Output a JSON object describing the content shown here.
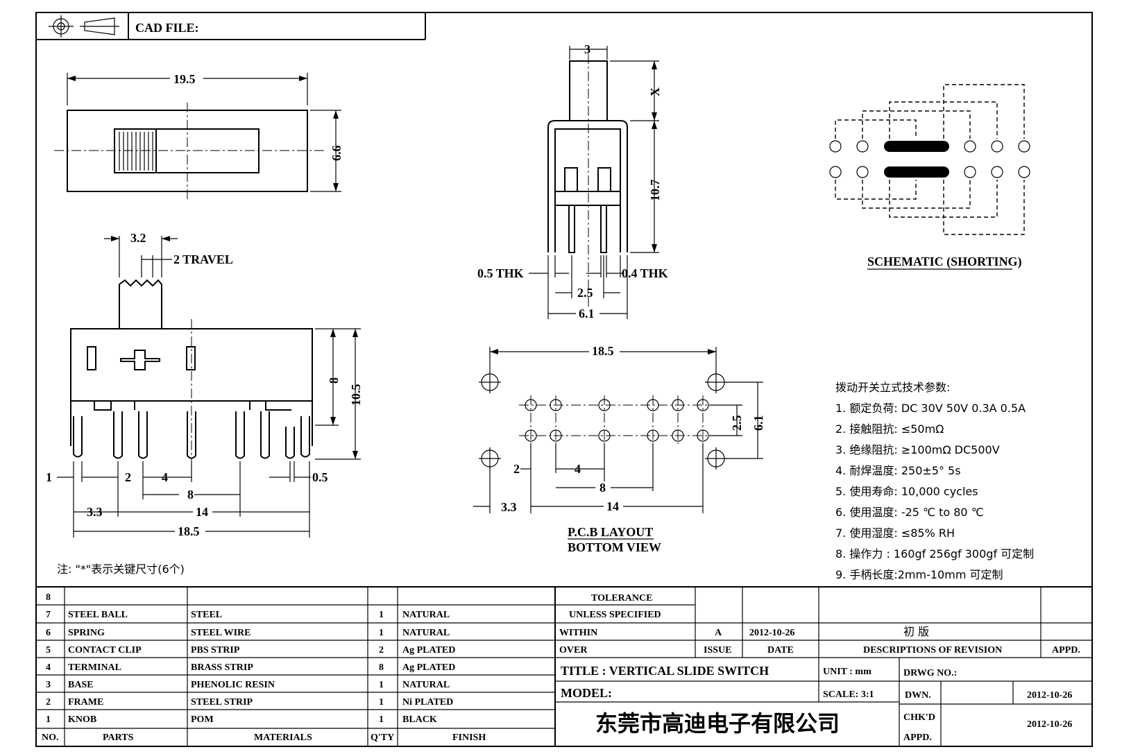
{
  "header": {
    "cad_file_label": "CAD FILE:"
  },
  "top_view": {
    "width_dim": "19.5",
    "height_dim": "6.6"
  },
  "front_view": {
    "knob_width_dim": "3.2",
    "travel_dim": "2 TRAVEL",
    "height_8": "8",
    "height_10_5": "10.5",
    "dim_1": "1",
    "dim_2": "2",
    "dim_4": "4",
    "dim_0_5": "0.5",
    "dim_8": "8",
    "dim_3_3": "3.3",
    "dim_14": "14",
    "dim_18_5": "18.5"
  },
  "side_view": {
    "knob_width": "3",
    "x_dim": "X",
    "height_dim": "10.7",
    "left_thk": "0.5 THK",
    "right_thk": "0.4 THK",
    "pin_spacing": "2.5",
    "overall": "6.1"
  },
  "schematic": {
    "caption": "SCHEMATIC (SHORTING)"
  },
  "pcb": {
    "width_dim": "18.5",
    "row_dim": "2.5",
    "height_dim": "6.1",
    "dim_2": "2",
    "dim_4": "4",
    "dim_8": "8",
    "dim_3_3": "3.3",
    "dim_14": "14",
    "caption_1": "P.C.B LAYOUT",
    "caption_2": "BOTTOM VIEW"
  },
  "specs": {
    "title": "拨动开关立式技术参数:",
    "items": [
      "1.  额定负荷: DC 30V    50V    0.3A    0.5A",
      "2.  接触阻抗:  ≤50mΩ",
      "3.  绝缘阻抗:  ≥100mΩ   DC500V",
      "4.  耐焊温度: 250±5°  5s",
      "5.  使用寿命: 10,000 cycles",
      "6.  使用温度: -25  ℃   to 80  ℃",
      "7.  使用湿度:  ≤85% RH",
      "8.  操作力 : 160gf    256gf    300gf  可定制",
      "9.  手柄长度:2mm-10mm   可定制"
    ]
  },
  "note": "注: \"*\"表示关键尺寸(6个)",
  "bom": {
    "header": [
      "NO.",
      "PARTS",
      "MATERIALS",
      "Q'TY",
      "FINISH"
    ],
    "rows": [
      [
        "8",
        "",
        "",
        "",
        ""
      ],
      [
        "7",
        "STEEL BALL",
        "STEEL",
        "1",
        "NATURAL"
      ],
      [
        "6",
        "SPRING",
        "STEEL WIRE",
        "1",
        "NATURAL"
      ],
      [
        "5",
        "CONTACT CLIP",
        "PBS STRIP",
        "2",
        "Ag PLATED"
      ],
      [
        "4",
        "TERMINAL",
        "BRASS STRIP",
        "8",
        "Ag PLATED"
      ],
      [
        "3",
        "BASE",
        "PHENOLIC RESIN",
        "1",
        "NATURAL"
      ],
      [
        "2",
        "FRAME",
        "STEEL STRIP",
        "1",
        "Ni PLATED"
      ],
      [
        "1",
        "KNOB",
        "POM",
        "1",
        "BLACK"
      ]
    ]
  },
  "title_block": {
    "tolerance_1": "TOLERANCE",
    "tolerance_2": "UNLESS   SPECIFIED",
    "within": "WITHIN",
    "over": "OVER",
    "issue_val": "A",
    "date_val": "2012-10-26",
    "revision_val": "初  版",
    "issue_label": "ISSUE",
    "date_label": "DATE",
    "desc_label": "DESCRIPTIONS OF REVISION",
    "appd_label": "APPD.",
    "title": "TITLE :   VERTICAL SLIDE SWITCH",
    "unit": "UNIT :   mm",
    "drwg_no": "DRWG NO.:",
    "model": "MODEL:",
    "scale": "SCALE:   3:1",
    "dwn": "DWN.",
    "dwn_date": "2012-10-26",
    "chkd": "CHK'D",
    "chkd_date": "2012-10-26",
    "appd2": "APPD.",
    "company": "东莞市高迪电子有限公司"
  }
}
